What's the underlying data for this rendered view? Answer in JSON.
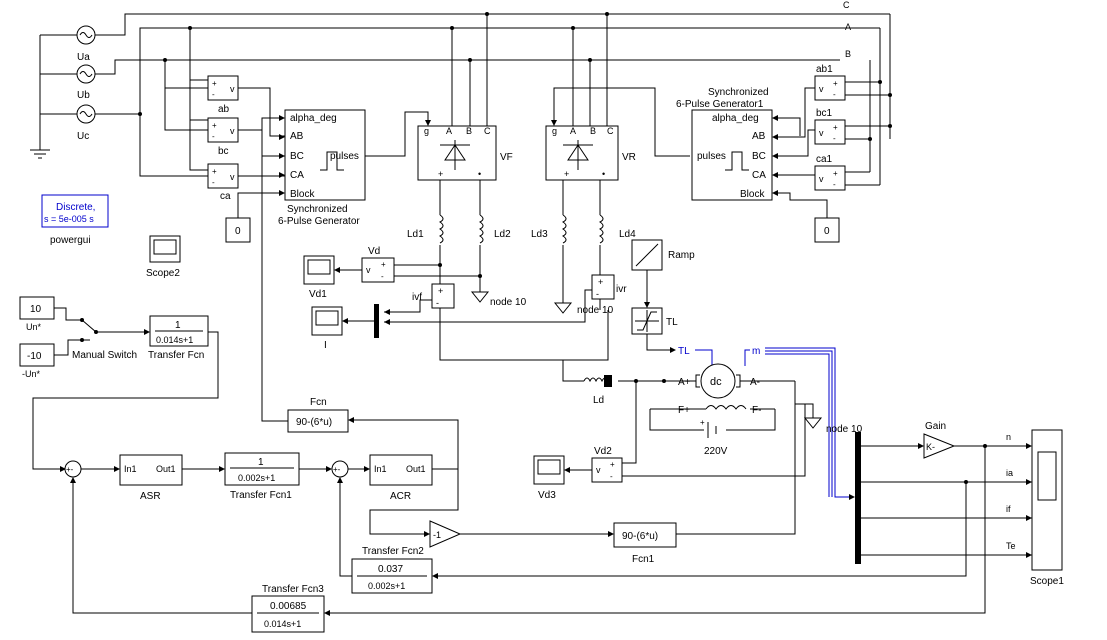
{
  "sources": {
    "ua": "Ua",
    "ub": "Ub",
    "uc": "Uc"
  },
  "phases": {
    "a": "A",
    "b": "B",
    "c": "C"
  },
  "voltmeters": {
    "ab": "ab",
    "bc": "bc",
    "ca": "ca",
    "ab1": "ab1",
    "bc1": "bc1",
    "ca1": "ca1",
    "vd": "Vd",
    "vd2": "Vd2",
    "v": "v",
    "plus": "+",
    "minus": "-"
  },
  "pulse_gen_left": {
    "ports_in": [
      "alpha_deg",
      "AB",
      "BC",
      "CA",
      "Block"
    ],
    "port_out": "pulses",
    "title_line1": "Synchronized",
    "title_line2": "6-Pulse Generator"
  },
  "pulse_gen_right": {
    "ports_in": [
      "alpha_deg",
      "AB",
      "BC",
      "CA",
      "Block"
    ],
    "port_out": "pulses",
    "title_line1": "Synchronized",
    "title_line2": "6-Pulse Generator1"
  },
  "bridges": {
    "vf": "VF",
    "vr": "VR",
    "ports": [
      "g",
      "A",
      "B",
      "C"
    ],
    "plus": "+",
    "dot": "•"
  },
  "inductors": {
    "ld1": "Ld1",
    "ld2": "Ld2",
    "ld3": "Ld3",
    "ld4": "Ld4",
    "ld": "Ld"
  },
  "constants": {
    "zero_left": "0",
    "zero_right": "0",
    "un_pos": "10",
    "un_neg": "-10"
  },
  "labels": {
    "un_star": "Un*",
    "neg_un_star": "-Un*",
    "manual_switch": "Manual Switch",
    "node10a": "node 10",
    "node10b": "node 10",
    "node10c": "node 10",
    "ivf": "ivf",
    "ivr": "ivr",
    "i_scope": "I",
    "vd1": "Vd1",
    "vd3": "Vd3",
    "scope2": "Scope2",
    "scope1": "Scope1",
    "ramp": "Ramp",
    "tl": "TL",
    "tl_port": "TL",
    "m_port": "m",
    "a_plus": "A+",
    "a_minus": "A-",
    "f_plus": "F+",
    "f_minus": "F-",
    "dc": "dc",
    "v220": "220V",
    "gain": "Gain",
    "gain_k": "K-",
    "asr": "ASR",
    "acr": "ACR",
    "in1": "In1",
    "out1": "Out1",
    "fcn": "Fcn",
    "fcn1": "Fcn1",
    "fcn_expr": "90-(6*u)",
    "fcn1_expr": "90-(6*u)",
    "neg1": "-1",
    "sum_pm": "+-",
    "powergui_l1": "Discrete,",
    "powergui_l2": "s = 5e-005 s",
    "powergui": "powergui"
  },
  "transfer_fcns": {
    "tf": {
      "name": "Transfer Fcn",
      "num": "1",
      "den": "0.014s+1"
    },
    "tf1": {
      "name": "Transfer Fcn1",
      "num": "1",
      "den": "0.002s+1"
    },
    "tf2": {
      "name": "Transfer Fcn2",
      "num": "0.037",
      "den": "0.002s+1"
    },
    "tf3": {
      "name": "Transfer Fcn3",
      "num": "0.00685",
      "den": "0.014s+1"
    }
  },
  "scope_outputs": [
    "n",
    "ia",
    "if",
    "Te"
  ]
}
